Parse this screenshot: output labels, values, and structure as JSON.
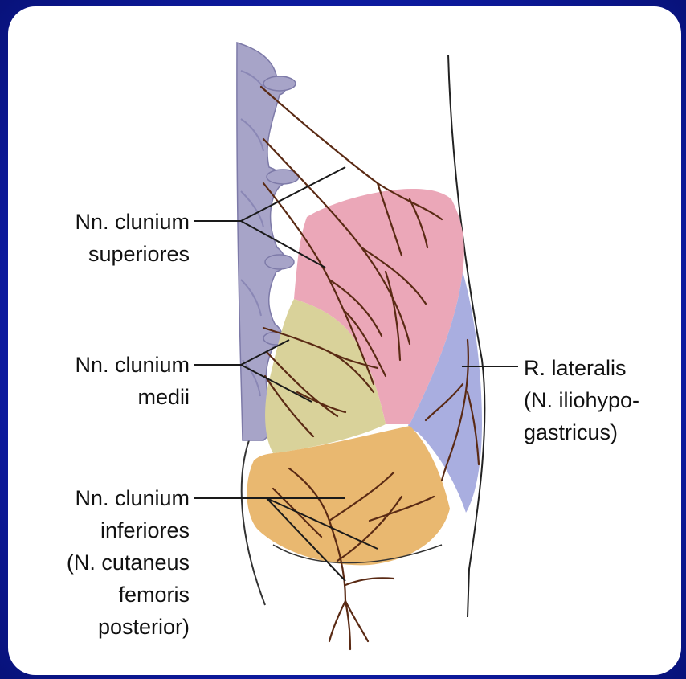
{
  "labels": {
    "superiores": [
      "Nn. clunium",
      "superiores"
    ],
    "medii": [
      "Nn. clunium",
      "medii"
    ],
    "inferiores": [
      "Nn. clunium",
      "inferiores",
      "(N. cutaneus",
      "femoris",
      "posterior)"
    ],
    "lateralis": [
      "R. lateralis",
      "(N. iliohypo-",
      "gastricus)"
    ]
  },
  "colors": {
    "background": "#0d1a9e",
    "superiores_region": "#eba7b8",
    "medii_region": "#d9d29a",
    "inferiores_region": "#e9b870",
    "lateralis_region": "#a9aee0",
    "nerve": "#5a2a14",
    "spine": "#a7a4c8"
  }
}
